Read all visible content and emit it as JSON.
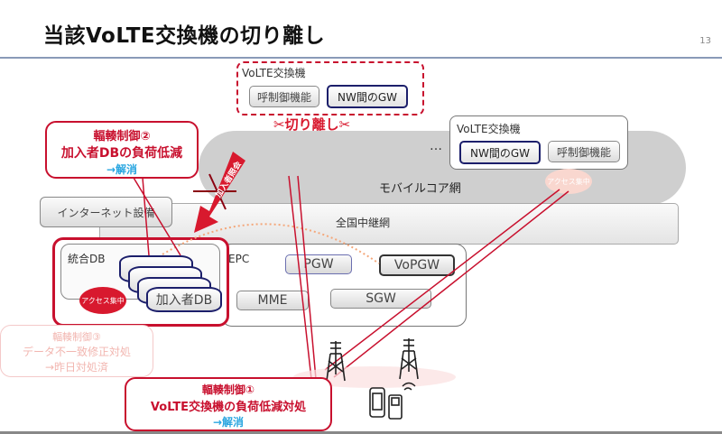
{
  "slide": {
    "title": "当該VoLTE交換機の切り離し",
    "page_number": "13"
  },
  "network": {
    "mobile_core": "モバイルコア網",
    "relay_network": "全国中継網",
    "internet": "インターネット設備",
    "epc": {
      "label": "EPC",
      "nodes": [
        "PGW",
        "VoPGW",
        "MME",
        "SGW"
      ]
    },
    "unified_db": {
      "label": "統合DB",
      "subscriber_db": "加入者DB",
      "access_badge": "アクセス集中"
    }
  },
  "volte_isolated": {
    "label": "VoLTE交換機",
    "call_control": "呼制御機能",
    "nw_gw": "NW間のGW",
    "cut_label": "✂切り離し✂"
  },
  "volte_other": {
    "label": "VoLTE交換機",
    "nw_gw": "NW間のGW",
    "call_control": "呼制御機能",
    "access_badge": "アクセス集中",
    "ellipsis": "…"
  },
  "arrow_label": "加入者照会",
  "callouts": {
    "c2": {
      "title": "輻輳制御②",
      "body": "加入者DBの負荷低減",
      "result": "→解消"
    },
    "c1": {
      "title": "輻輳制御①",
      "body": "VoLTE交換機の負荷低減対処",
      "result": "→解消"
    },
    "c3": {
      "title": "輻輳制御③",
      "body": "データ不一致修正対処",
      "result": "→昨日対処済"
    }
  },
  "colors": {
    "accent_red": "#c8102e",
    "resolved_blue": "#2aa6e0",
    "gw_border": "#1c1f6b"
  }
}
